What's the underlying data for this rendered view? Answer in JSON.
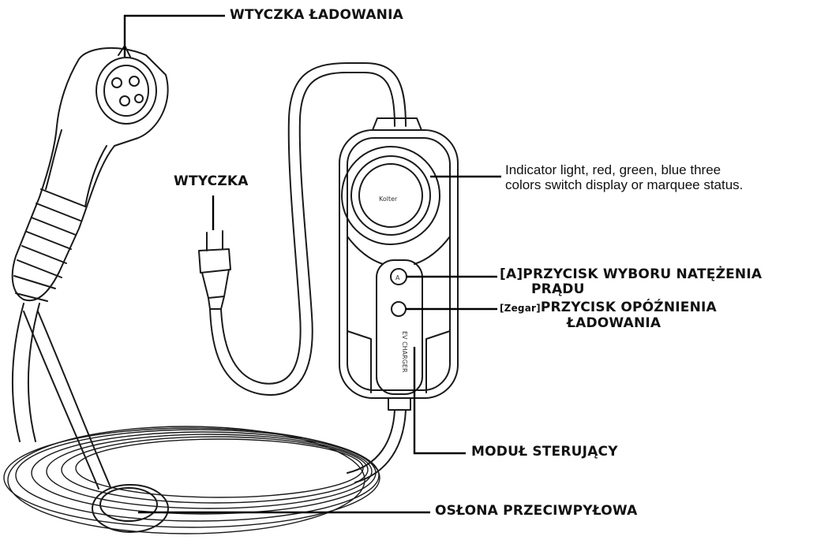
{
  "labels": {
    "plug_charging": "WTYCZKA ŁADOWANIA",
    "plug": "WTYCZKA",
    "indicator_line1": "Indicator light, red, green, blue three",
    "indicator_line2": "colors switch display or marquee status.",
    "current_button_prefix": "[A]",
    "current_button_line1": "PRZYCISK WYBORU NATĘŻENIA",
    "current_button_line2": "PRĄDU",
    "delay_button_prefix": "[Zegar]",
    "delay_button_line1": "PRZYCISK OPÓŹNIENIA",
    "delay_button_line2": "ŁADOWANIA",
    "control_module": "MODUŁ STERUJĄCY",
    "dust_cover": "OSŁONA PRZECIWPYŁOWA"
  },
  "device_text": {
    "brand": "Kolter",
    "ev_charger": "EV CHARGER",
    "button_a": "A"
  }
}
